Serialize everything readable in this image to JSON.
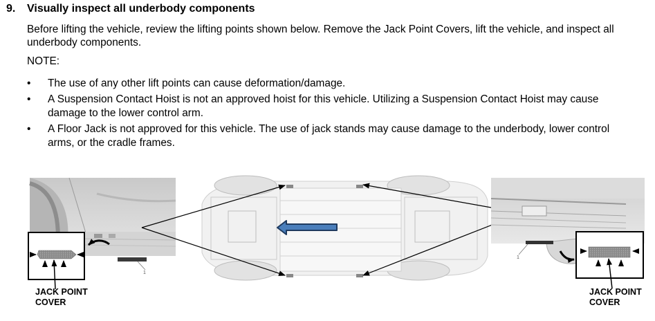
{
  "step": {
    "number": "9.",
    "title": "Visually inspect all underbody components"
  },
  "intro": "Before lifting the vehicle, review the lifting points shown below. Remove the Jack Point Covers, lift the vehicle, and inspect all underbody components.",
  "note_label": "NOTE:",
  "bullets": [
    "The use of any other lift points can cause deformation/damage.",
    "A Suspension Contact Hoist is not an approved hoist for this vehicle. Utilizing a Suspension Contact Hoist may cause damage to the lower control arm.",
    "A Floor Jack is not approved for this vehicle. The use of jack stands may cause damage to the underbody, lower control arms, or the cradle frames."
  ],
  "bullet_glyph": "•",
  "figure": {
    "left_label_line1": "JACK POINT",
    "left_label_line2": "COVER",
    "right_label_line1": "JACK POINT",
    "right_label_line2": "COVER",
    "left_callout": "1",
    "right_callout": "1",
    "direction_arrow_color": "#4a7ebb",
    "direction_arrow_outline": "#1f3a5f"
  }
}
